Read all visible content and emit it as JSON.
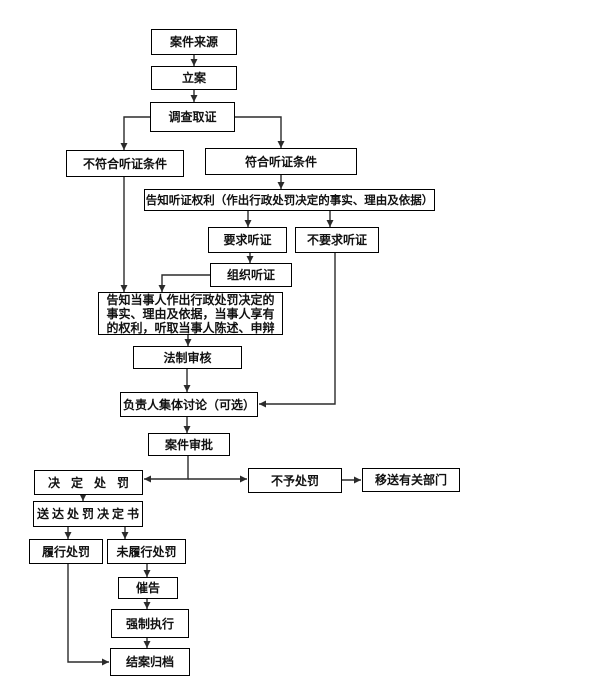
{
  "diagram": {
    "type": "flowchart",
    "colors": {
      "background": "#ffffff",
      "box_border": "#000000",
      "line": "#2b2b2b",
      "text": "#111111"
    },
    "nodes": {
      "case_source": {
        "label": "案件来源"
      },
      "filing": {
        "label": "立案"
      },
      "investigation": {
        "label": "调查取证"
      },
      "not_qualified": {
        "label": "不符合听证条件"
      },
      "qualified": {
        "label": "符合听证条件"
      },
      "notify_hearing_right": {
        "label": "告知听证权利（作出行政处罚决定的事实、理由及依据）"
      },
      "request_hearing": {
        "label": "要求听证"
      },
      "no_request_hearing": {
        "label": "不要求听证"
      },
      "organize_hearing": {
        "label": "组织听证"
      },
      "notify_party": {
        "label": "告知当事人作出行政处罚决定的事实、理由及依据，当事人享有的权利，听取当事人陈述、申辩"
      },
      "legal_review": {
        "label": "法制审核"
      },
      "collective_discussion": {
        "label": "负责人集体讨论（可选）"
      },
      "case_approval": {
        "label": "案件审批"
      },
      "decide_penalty": {
        "label": "决定处罚"
      },
      "no_penalty": {
        "label": "不予处罚"
      },
      "transfer_department": {
        "label": "移送有关部门"
      },
      "deliver_decision": {
        "label": "送达处罚决定书"
      },
      "fulfilled_penalty": {
        "label": "履行处罚"
      },
      "not_fulfilled_penalty": {
        "label": "未履行处罚"
      },
      "reminder": {
        "label": "催告"
      },
      "enforcement": {
        "label": "强制执行"
      },
      "archive": {
        "label": "结案归档"
      }
    },
    "edges": [
      {
        "from": "case_source",
        "to": "filing"
      },
      {
        "from": "filing",
        "to": "investigation"
      },
      {
        "from": "investigation",
        "to": "not_qualified"
      },
      {
        "from": "investigation",
        "to": "qualified"
      },
      {
        "from": "qualified",
        "to": "notify_hearing_right"
      },
      {
        "from": "notify_hearing_right",
        "to": "request_hearing"
      },
      {
        "from": "notify_hearing_right",
        "to": "no_request_hearing"
      },
      {
        "from": "request_hearing",
        "to": "organize_hearing"
      },
      {
        "from": "not_qualified",
        "to": "notify_party"
      },
      {
        "from": "organize_hearing",
        "to": "notify_party"
      },
      {
        "from": "notify_party",
        "to": "legal_review"
      },
      {
        "from": "legal_review",
        "to": "collective_discussion"
      },
      {
        "from": "no_request_hearing",
        "to": "collective_discussion"
      },
      {
        "from": "collective_discussion",
        "to": "case_approval"
      },
      {
        "from": "case_approval",
        "to": "decide_penalty"
      },
      {
        "from": "case_approval",
        "to": "no_penalty"
      },
      {
        "from": "no_penalty",
        "to": "transfer_department"
      },
      {
        "from": "decide_penalty",
        "to": "deliver_decision"
      },
      {
        "from": "deliver_decision",
        "to": "fulfilled_penalty"
      },
      {
        "from": "deliver_decision",
        "to": "not_fulfilled_penalty"
      },
      {
        "from": "not_fulfilled_penalty",
        "to": "reminder"
      },
      {
        "from": "reminder",
        "to": "enforcement"
      },
      {
        "from": "enforcement",
        "to": "archive"
      },
      {
        "from": "fulfilled_penalty",
        "to": "archive"
      }
    ]
  }
}
